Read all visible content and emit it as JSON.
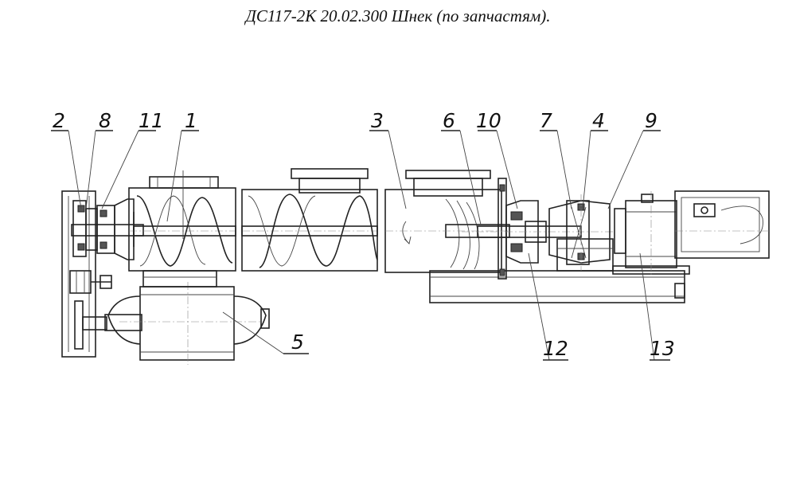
{
  "title": "ДС117-2К 20.02.300 Шнек (по запчастям).",
  "callouts": {
    "c1": "1",
    "c2": "2",
    "c3": "3",
    "c4": "4",
    "c5": "5",
    "c6": "6",
    "c7": "7",
    "c8": "8",
    "c9": "9",
    "c10": "10",
    "c11": "11",
    "c12": "12",
    "c13": "13"
  }
}
